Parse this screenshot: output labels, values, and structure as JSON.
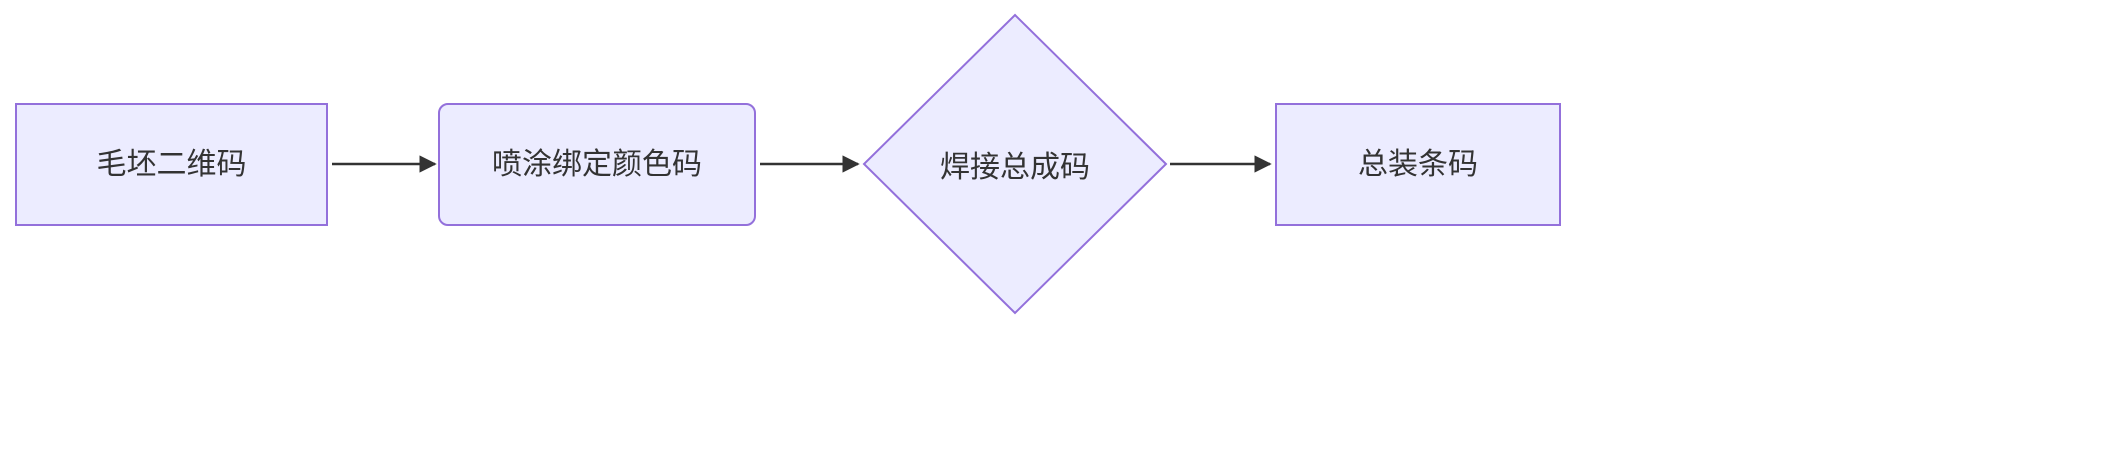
{
  "diagram": {
    "type": "flowchart",
    "direction": "left-to-right",
    "nodes": [
      {
        "id": "blank-qr",
        "shape": "rectangle",
        "label": "毛坯二维码"
      },
      {
        "id": "paint-color-binding",
        "shape": "rounded-rectangle",
        "label": "喷涂绑定颜色码"
      },
      {
        "id": "welding-assembly",
        "shape": "diamond",
        "label": "焊接总成码"
      },
      {
        "id": "final-assembly",
        "shape": "rectangle",
        "label": "总装条码"
      }
    ],
    "edges": [
      {
        "from": "blank-qr",
        "to": "paint-color-binding",
        "style": "arrow"
      },
      {
        "from": "paint-color-binding",
        "to": "welding-assembly",
        "style": "arrow"
      },
      {
        "from": "welding-assembly",
        "to": "final-assembly",
        "style": "arrow"
      }
    ],
    "colors": {
      "node_fill": "#ECECFF",
      "node_border": "#9370DB",
      "edge": "#333333",
      "text": "#333333",
      "background": "#FFFFFF"
    }
  }
}
